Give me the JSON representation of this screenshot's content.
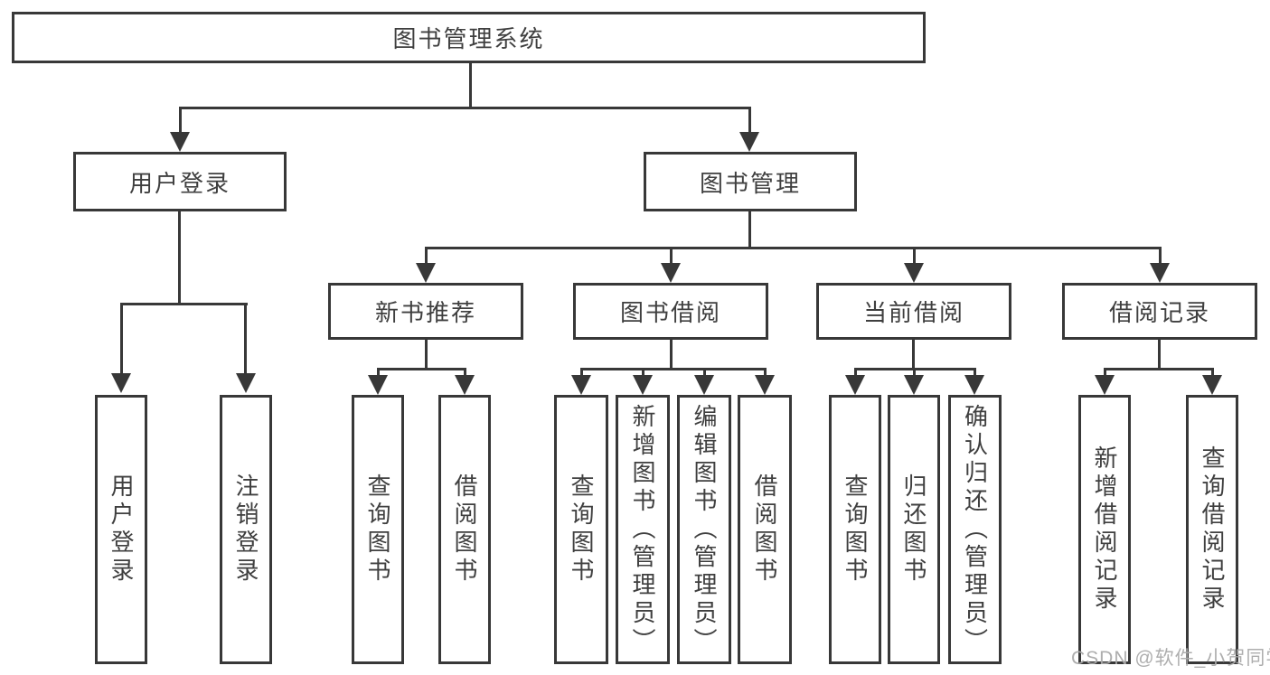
{
  "diagram": {
    "root": {
      "label": "图书管理系统"
    },
    "branches": [
      {
        "label": "用户登录",
        "children": [
          {
            "label": "用户登录"
          },
          {
            "label": "注销登录"
          }
        ]
      },
      {
        "label": "图书管理",
        "sections": [
          {
            "label": "新书推荐",
            "children": [
              {
                "label": "查询图书"
              },
              {
                "label": "借阅图书"
              }
            ]
          },
          {
            "label": "图书借阅",
            "children": [
              {
                "label": "查询图书"
              },
              {
                "label": "新增图书（管理员）"
              },
              {
                "label": "编辑图书（管理员）"
              },
              {
                "label": "借阅图书"
              }
            ]
          },
          {
            "label": "当前借阅",
            "children": [
              {
                "label": "查询图书"
              },
              {
                "label": "归还图书"
              },
              {
                "label": "确认归还（管理员）"
              }
            ]
          },
          {
            "label": "借阅记录",
            "children": [
              {
                "label": "新增借阅记录"
              },
              {
                "label": "查询借阅记录"
              }
            ]
          }
        ]
      }
    ]
  },
  "watermark": {
    "text": "CSDN @软件_小贺同学"
  },
  "colors": {
    "line": "#383838",
    "text": "#3f3f3f",
    "watermark": "#aaaaaa"
  }
}
